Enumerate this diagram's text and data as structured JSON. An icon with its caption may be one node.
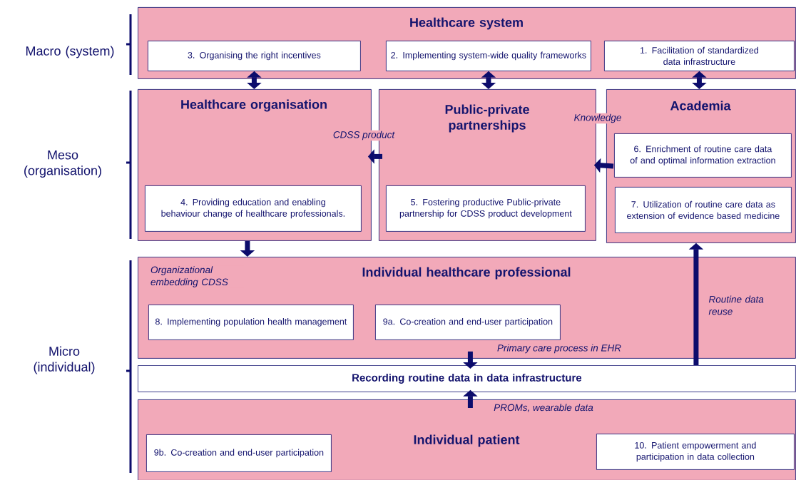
{
  "diagram": {
    "nodes": [
      {
        "text": [
          "Healthcare system"
        ]
      },
      {
        "text": [
          "3. Organising the right incentives"
        ],
        "in": 0
      },
      {
        "text": [
          "2. Implementing system-wide quality frameworks"
        ],
        "in": 0
      },
      {
        "text": [
          "1. Facilitation of standardized data infrastructure"
        ],
        "in": 0
      },
      {
        "text": [
          "Healthcare organisation"
        ]
      },
      {
        "text": [
          "4. Providing education and enabling behaviour change of healthcare professionals."
        ],
        "in": 4
      },
      {
        "text": [
          "Public-private partnerships"
        ]
      },
      {
        "text": [
          "5. Fostering productive Public-private partnership for CDSS product development"
        ],
        "in": 6
      },
      {
        "text": [
          "Academia"
        ]
      },
      {
        "text": [
          "6. Enrichment of routine care data of and optimal information extraction"
        ],
        "in": 8
      },
      {
        "text": [
          "7. Utilization of routine care data as extension of evidence based medicine"
        ],
        "in": 8
      },
      {
        "text": [
          "Individual healthcare professional"
        ]
      },
      {
        "text": [
          "8. Implementing population health management"
        ],
        "in": 11
      },
      {
        "text": [
          "9a. Co-creation and end-user participation"
        ],
        "in": 11
      },
      {
        "text": [
          "Recording routine data in data infrastructure"
        ]
      },
      {
        "text": [
          "Individual patient"
        ]
      },
      {
        "text": [
          "9b. Co-creation and end-user participation"
        ],
        "in": 15
      },
      {
        "text": [
          "10. Patient empowerment and participation in data collection"
        ],
        "in": 15
      }
    ],
    "edges": [
      {
        "from": 1,
        "to": 4,
        "arrow": "both"
      },
      {
        "from": 2,
        "to": 6,
        "arrow": "both"
      },
      {
        "from": 3,
        "to": 8,
        "arrow": "both"
      },
      {
        "from": 6,
        "to": 4,
        "arrow": "to",
        "label": "CDSS product"
      },
      {
        "from": 8,
        "to": 6,
        "arrow": "to",
        "label": "Knowledge"
      },
      {
        "from": 4,
        "to": 11,
        "arrow": "to",
        "label": "Organizational embedding CDSS"
      },
      {
        "from": 11,
        "to": 14,
        "arrow": "to",
        "label": "Primary care process in EHR"
      },
      {
        "from": 15,
        "to": 14,
        "arrow": "to",
        "label": "PROMs, wearable data"
      },
      {
        "from": 14,
        "to": 8,
        "arrow": "to",
        "label": "Routine data reuse"
      }
    ],
    "labels": [
      "Macro (system)",
      "Meso (organisation)",
      "Micro (individual)"
    ]
  }
}
